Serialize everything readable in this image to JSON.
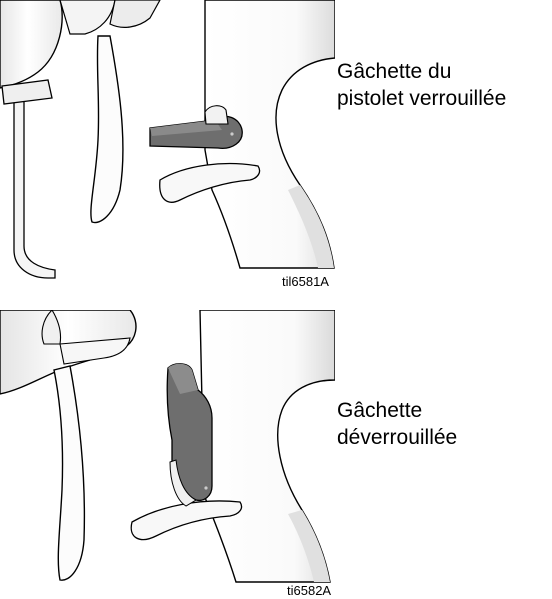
{
  "figures": [
    {
      "caption_lines": [
        "Gâchette du",
        "pistolet verrouillée"
      ],
      "ref": "til6581A",
      "lock_state": "locked"
    },
    {
      "caption_lines": [
        "Gâchette",
        "déverrouillée"
      ],
      "ref": "ti6582A",
      "lock_state": "unlocked"
    }
  ],
  "colors": {
    "outline": "#000000",
    "body_fill": "#fbfbfb",
    "shadow": "#d9d9d9",
    "lock_fill": "#6e6e6e"
  }
}
